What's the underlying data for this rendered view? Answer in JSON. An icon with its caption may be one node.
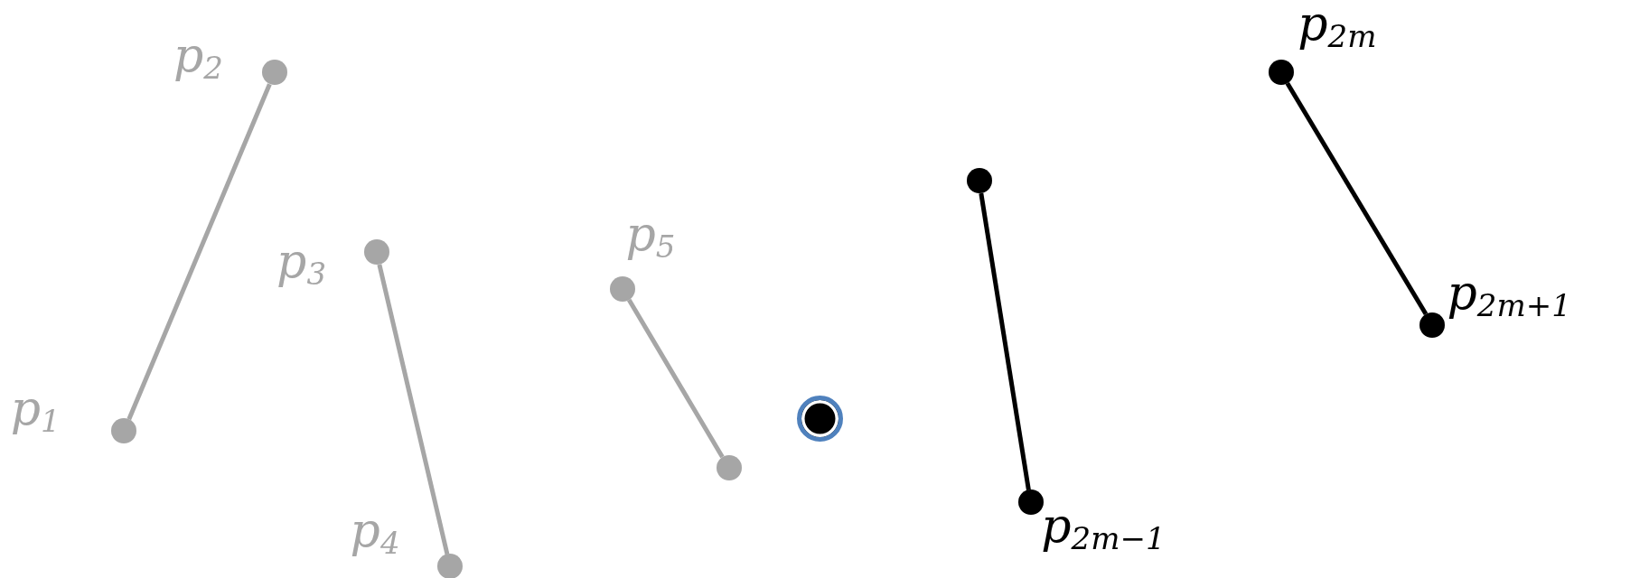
{
  "diagram": {
    "nodes": [
      {
        "text": [],
        "shape": "circle",
        "beside": [
          "p$_{1}$"
        ]
      },
      {
        "text": [],
        "shape": "circle",
        "beside": [
          "p$_{2}$"
        ]
      },
      {
        "text": [],
        "shape": "circle",
        "beside": [
          "p$_{3}$"
        ]
      },
      {
        "text": [],
        "shape": "circle",
        "beside": [
          "p$_{4}$"
        ]
      },
      {
        "text": [],
        "shape": "circle",
        "beside": [
          "p$_{5}$"
        ]
      },
      {
        "text": [],
        "shape": "circle"
      },
      {
        "text": [],
        "shape": "circle"
      },
      {
        "text": [],
        "shape": "circle"
      },
      {
        "text": [],
        "shape": "circle",
        "beside": [
          "p$_{2m−1}$"
        ]
      },
      {
        "text": [],
        "shape": "circle",
        "beside": [
          "p$_{2m}$"
        ]
      },
      {
        "text": [],
        "shape": "circle",
        "beside": [
          "p$_{2m+1}$"
        ]
      }
    ],
    "edges": [
      {
        "from": 0,
        "to": 1,
        "arrow": "none"
      },
      {
        "from": 2,
        "to": 3,
        "arrow": "none"
      },
      {
        "from": 4,
        "to": 5,
        "arrow": "none"
      },
      {
        "from": 7,
        "to": 8,
        "arrow": "none",
        "color": "#000000"
      },
      {
        "from": 9,
        "to": 10,
        "arrow": "none",
        "color": "#000000"
      }
    ]
  }
}
